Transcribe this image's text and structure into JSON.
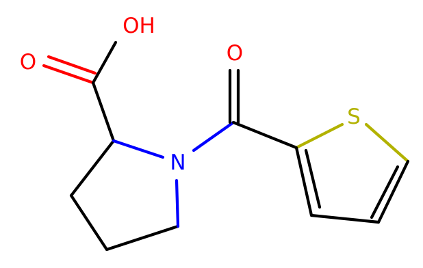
{
  "diagram": {
    "type": "chemical-structure",
    "atoms": [
      {
        "id": "oh",
        "label": "OH",
        "element": "O",
        "color": "#ff0000"
      },
      {
        "id": "o_carboxyl",
        "label": "O",
        "element": "O",
        "color": "#ff0000"
      },
      {
        "id": "o_carbonyl",
        "label": "O",
        "element": "O",
        "color": "#ff0000"
      },
      {
        "id": "n_ring",
        "label": "N",
        "element": "N",
        "color": "#0000ff"
      },
      {
        "id": "s_ring",
        "label": "S",
        "element": "S",
        "color": "#b2b200"
      }
    ],
    "bond_color": "#000000"
  }
}
